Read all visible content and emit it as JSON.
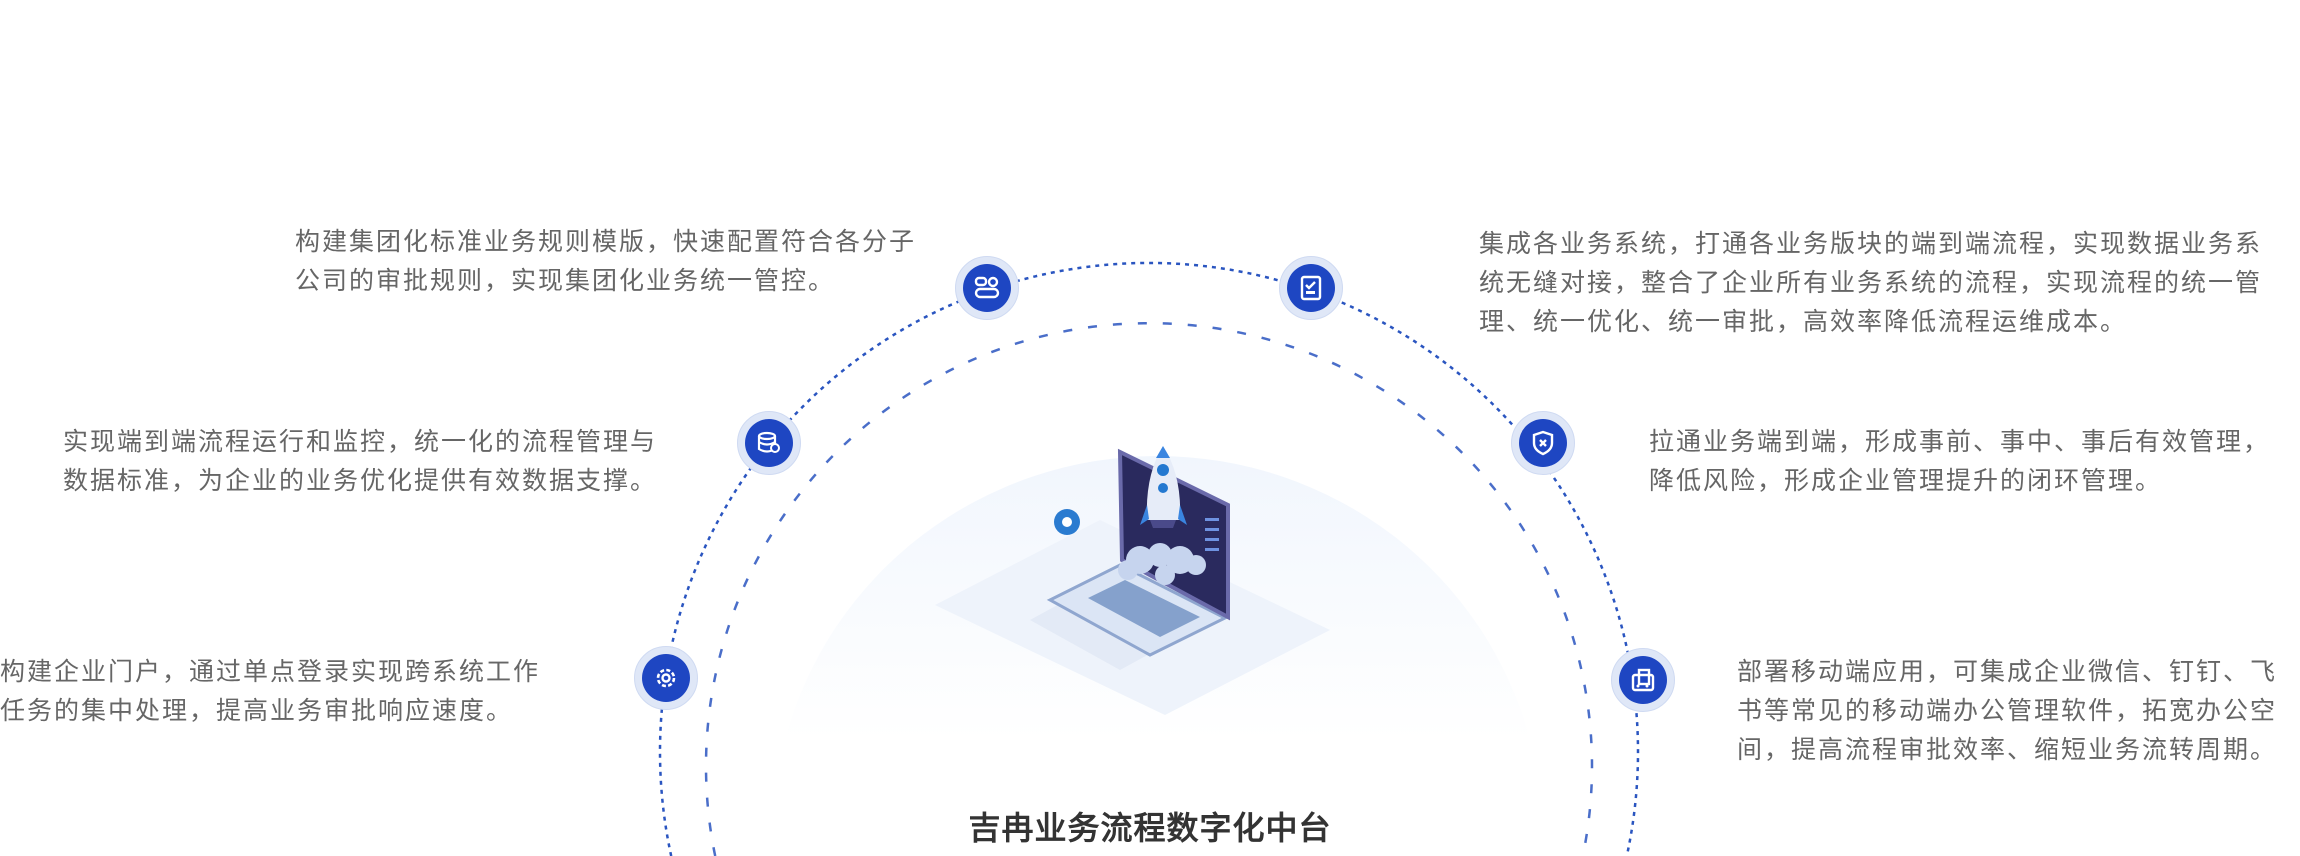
{
  "title": "吉冉业务流程数字化中台",
  "colors": {
    "accent": "#1e46c2",
    "ring": "#dfe7f7",
    "text": "#666666",
    "title": "#333333"
  },
  "features": [
    {
      "icon": "template-rules-icon",
      "lines": [
        "构建集团化标准业务规则模版，快速配置符合各分子",
        "公司的审批规则，实现集团化业务统一管控。"
      ]
    },
    {
      "icon": "checklist-icon",
      "lines": [
        "集成各业务系统，打通各业务版块的端到端流程，实现数据业务系",
        "统无缝对接，整合了企业所有业务系统的流程，实现流程的统一管",
        "理、统一优化、统一审批，高效率降低流程运维成本。"
      ]
    },
    {
      "icon": "database-icon",
      "lines": [
        "实现端到端流程运行和监控，统一化的流程管理与",
        "数据标准，为企业的业务优化提供有效数据支撑。"
      ]
    },
    {
      "icon": "shield-icon",
      "lines": [
        "拉通业务端到端，形成事前、事中、事后有效管理，",
        "降低风险，形成企业管理提升的闭环管理。"
      ]
    },
    {
      "icon": "gear-icon",
      "lines": [
        "构建企业门户，通过单点登录实现跨系统工作",
        "任务的集中处理，提高业务审批响应速度。"
      ]
    },
    {
      "icon": "mobile-app-icon",
      "lines": [
        "部署移动端应用，可集成企业微信、钉钉、飞",
        "书等常见的移动端办公管理软件，拓宽办公空",
        "间，提高流程审批效率、缩短业务流转周期。"
      ]
    }
  ]
}
